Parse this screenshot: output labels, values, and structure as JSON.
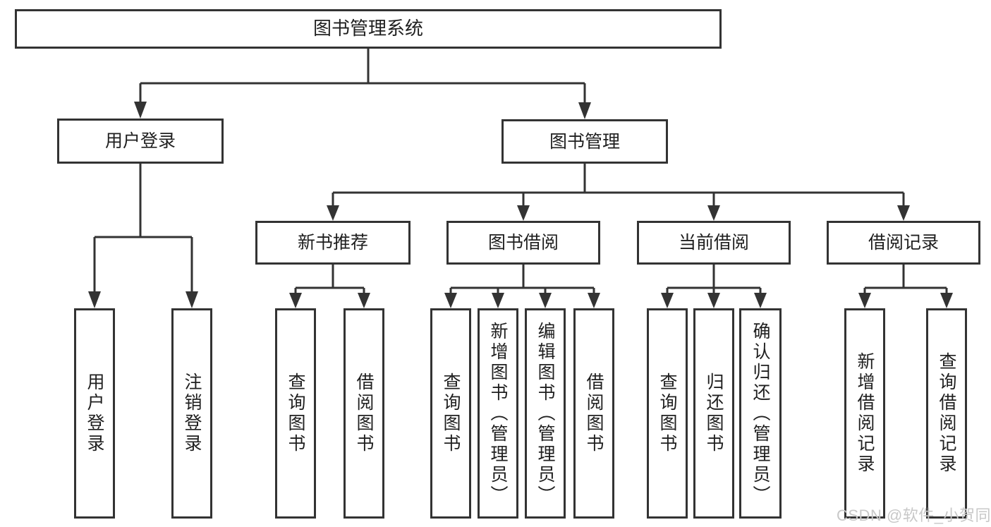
{
  "diagram": {
    "root": {
      "label": "图书管理系统"
    },
    "level2": [
      {
        "label": "用户登录"
      },
      {
        "label": "图书管理"
      }
    ],
    "level3": [
      {
        "label": "新书推荐"
      },
      {
        "label": "图书借阅"
      },
      {
        "label": "当前借阅"
      },
      {
        "label": "借阅记录"
      }
    ],
    "leaves": {
      "user_login": [
        "用户登录",
        "注销登录"
      ],
      "new_books": [
        "查询图书",
        "借阅图书"
      ],
      "book_borrow": [
        "查询图书",
        "新增图书（管理员）",
        "编辑图书（管理员）",
        "借阅图书"
      ],
      "current_borrow": [
        "查询图书",
        "归还图书",
        "确认归还（管理员）"
      ],
      "borrow_records": [
        "新增借阅记录",
        "查询借阅记录"
      ]
    }
  },
  "watermark": {
    "text": "CSDN @软件_小贺同学"
  },
  "colors": {
    "line": "#333333",
    "box_border": "#333333",
    "text": "#1f1f1f",
    "background": "#ffffff",
    "watermark": "#c8c8c8"
  }
}
